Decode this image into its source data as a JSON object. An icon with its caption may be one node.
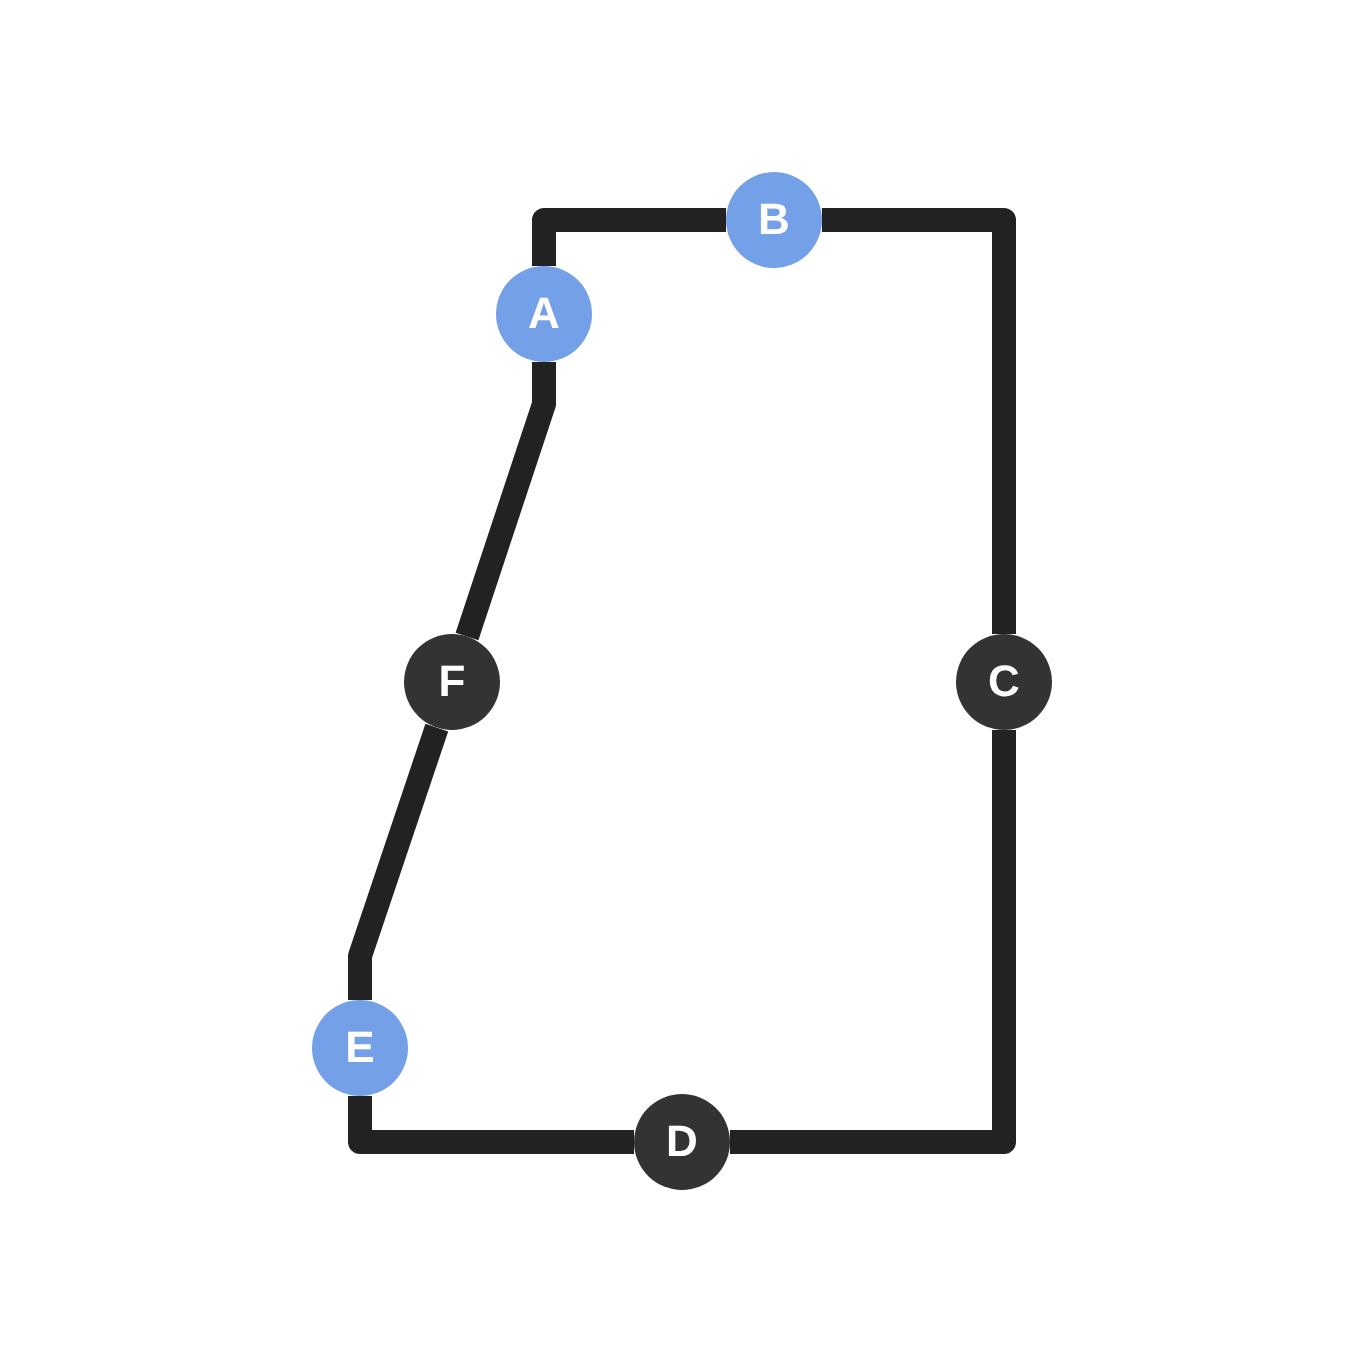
{
  "diagram": {
    "nodes": [
      {
        "text": [
          "A"
        ]
      },
      {
        "text": [
          "B"
        ]
      },
      {
        "text": [
          "C"
        ]
      },
      {
        "text": [
          "D"
        ]
      },
      {
        "text": [
          "E"
        ]
      },
      {
        "text": [
          "F"
        ]
      }
    ],
    "edges": [
      {
        "from": 0,
        "to": 1,
        "arrow": "none"
      },
      {
        "from": 1,
        "to": 2,
        "arrow": "none"
      },
      {
        "from": 2,
        "to": 3,
        "arrow": "none"
      },
      {
        "from": 3,
        "to": 4,
        "arrow": "none"
      },
      {
        "from": 4,
        "to": 5,
        "arrow": "none"
      },
      {
        "from": 5,
        "to": 0,
        "arrow": "none"
      }
    ]
  }
}
